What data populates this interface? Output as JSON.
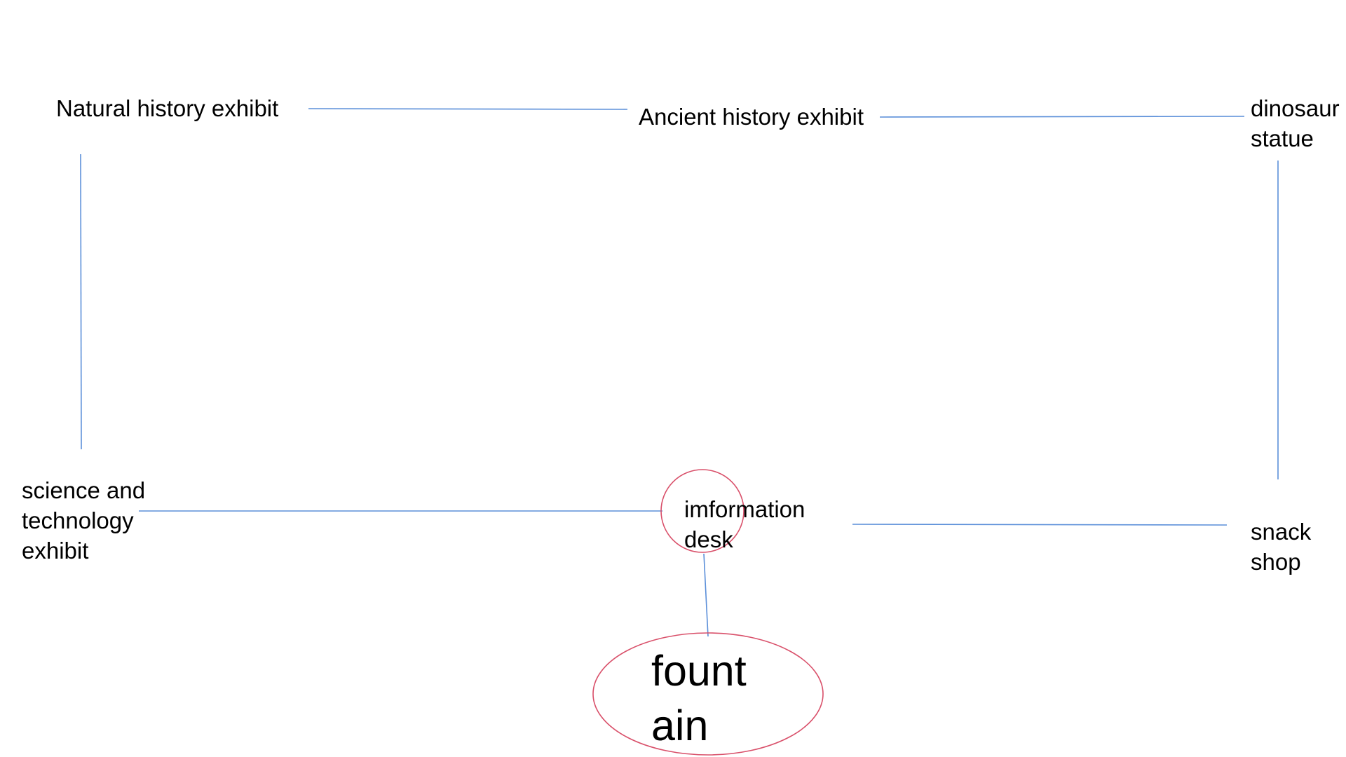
{
  "nodes": {
    "natural_history": "Natural history exhibit",
    "ancient_history": "Ancient history exhibit",
    "dinosaur_statue": "dinosaur\nstatue",
    "science_tech": "science and\ntechnology\nexhibit",
    "information_desk": "imformation\ndesk",
    "snack_shop": "snack\nshop",
    "fountain": "fount\nain"
  },
  "colors": {
    "connector": "#5b8fd9",
    "highlight_circle": "#d9506a",
    "background": "#ffffff",
    "text": "#000000"
  }
}
